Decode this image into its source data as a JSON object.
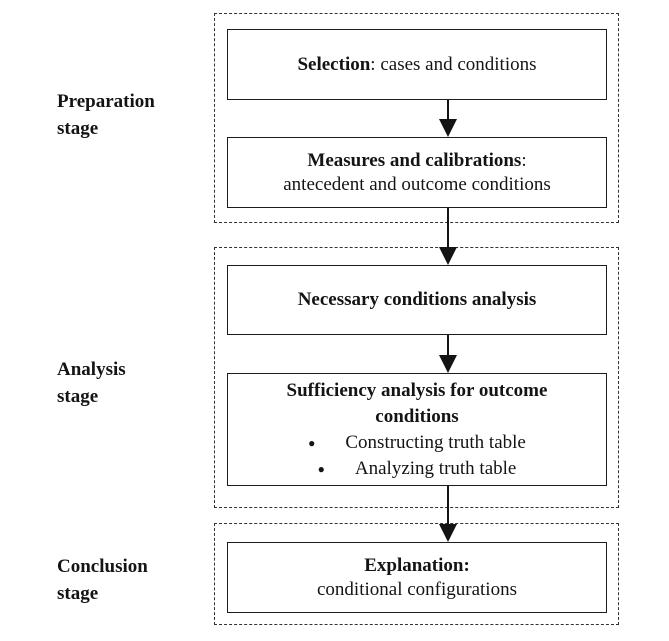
{
  "stages": [
    {
      "label_lines": [
        "Preparation",
        "stage"
      ]
    },
    {
      "label_lines": [
        "Analysis",
        "stage"
      ]
    },
    {
      "label_lines": [
        "Conclusion",
        "stage"
      ]
    }
  ],
  "boxes": {
    "selection": {
      "bold": "Selection",
      "rest": ": cases and conditions"
    },
    "measures": {
      "bold": "Measures and calibrations",
      "colon": ":",
      "line2": "antecedent and outcome conditions"
    },
    "necessary": {
      "bold": "Necessary conditions analysis"
    },
    "sufficiency": {
      "bold_line1": "Sufficiency analysis for outcome",
      "bold_line2": "conditions",
      "bullet_glyph": "●",
      "bullets": [
        "Constructing truth table",
        "Analyzing truth table"
      ]
    },
    "explanation": {
      "bold": "Explanation:",
      "line2": "conditional configurations"
    }
  },
  "palette": {
    "text": "#141414",
    "box_border": "#1c1c1c",
    "dashed_border": "#333333",
    "arrow": "#141414",
    "background": "#ffffff"
  }
}
